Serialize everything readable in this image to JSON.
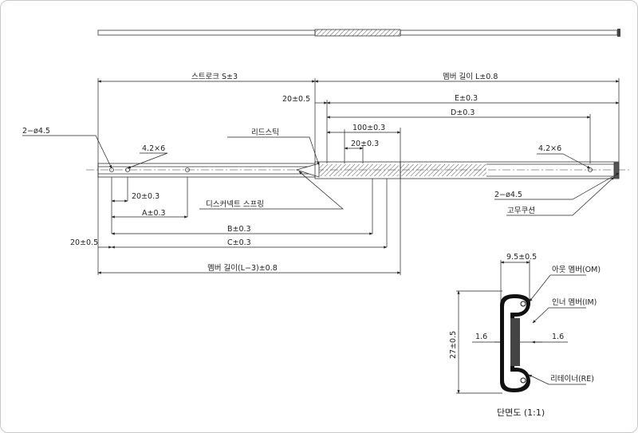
{
  "labels": {
    "stroke": "스트로크 S±3",
    "member_length": "멤버 길이 L±0.8",
    "e": "E±0.3",
    "d": "D±0.3",
    "twenty_a": "20±0.5",
    "hundred": "100±0.3",
    "twenty_b": "20±0.3",
    "lead_stick": "리드스틱",
    "hole_left": "2−ø4.5",
    "slot_left": "4.2×6",
    "slot_right": "4.2×6",
    "hole_right": "2−ø4.5",
    "rubber_cushion": "고무쿠션",
    "twenty_c": "20±0.3",
    "a": "A±0.3",
    "disconnect_spring": "디스커넥트 스프링",
    "b": "B±0.3",
    "twenty_d": "20±0.5",
    "c": "C±0.3",
    "member_length_l3": "멤버 길이(L−3)±0.8",
    "section_width": "9.5±0.5",
    "outer_member": "아웃 멤버(OM)",
    "inner_member": "인너 멤버(IM)",
    "gap_left": "1.6",
    "gap_right": "1.6",
    "section_height": "27±0.5",
    "retainer": "리테이너(RE)",
    "section_title": "단면도 (1:1)"
  }
}
